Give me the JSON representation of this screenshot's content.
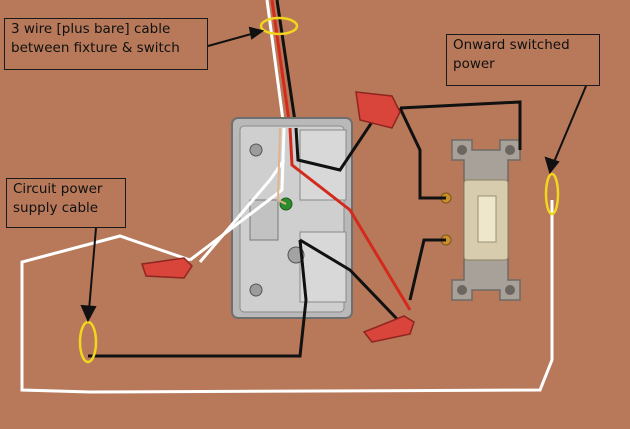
{
  "labels": {
    "three_wire_cable": {
      "line1": "3 wire [plus bare] cable",
      "line2": "between fixture & switch"
    },
    "onward_power": {
      "line1": "Onward switched",
      "line2": "power"
    },
    "circuit_power": {
      "line1": "Circuit power",
      "line2": "supply cable"
    }
  },
  "colors": {
    "background": "#b7795a",
    "hot_wire": "#111111",
    "neutral_wire": "#ffffff",
    "traveler_wire": "#d42a1e",
    "cable_marker": "#f2d61d",
    "wire_nut": "#d9443b",
    "box_metal": "#b9b9b9",
    "switch_body": "#a8a199",
    "ground_screw": "#2e8b2e"
  },
  "icons": [
    "metal-junction-box",
    "single-pole-switch",
    "wire-nut",
    "ground-screw"
  ]
}
